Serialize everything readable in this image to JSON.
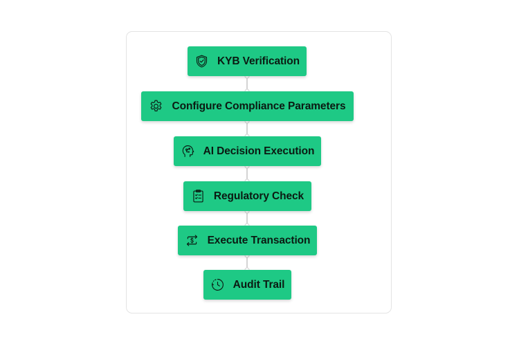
{
  "workflow": {
    "steps": [
      {
        "label": "KYB Verification",
        "icon": "shield-check-icon"
      },
      {
        "label": "Configure Compliance Parameters",
        "icon": "gear-icon"
      },
      {
        "label": "AI Decision Execution",
        "icon": "ai-head-icon"
      },
      {
        "label": "Regulatory Check",
        "icon": "checklist-clipboard-icon"
      },
      {
        "label": "Execute Transaction",
        "icon": "dollar-transfer-icon"
      },
      {
        "label": "Audit Trail",
        "icon": "history-clock-icon"
      }
    ]
  },
  "colors": {
    "step_fill": "#1ec985",
    "step_text": "#0b1a12",
    "connector": "#d4d4d4",
    "card_border": "#e3e3e3"
  }
}
